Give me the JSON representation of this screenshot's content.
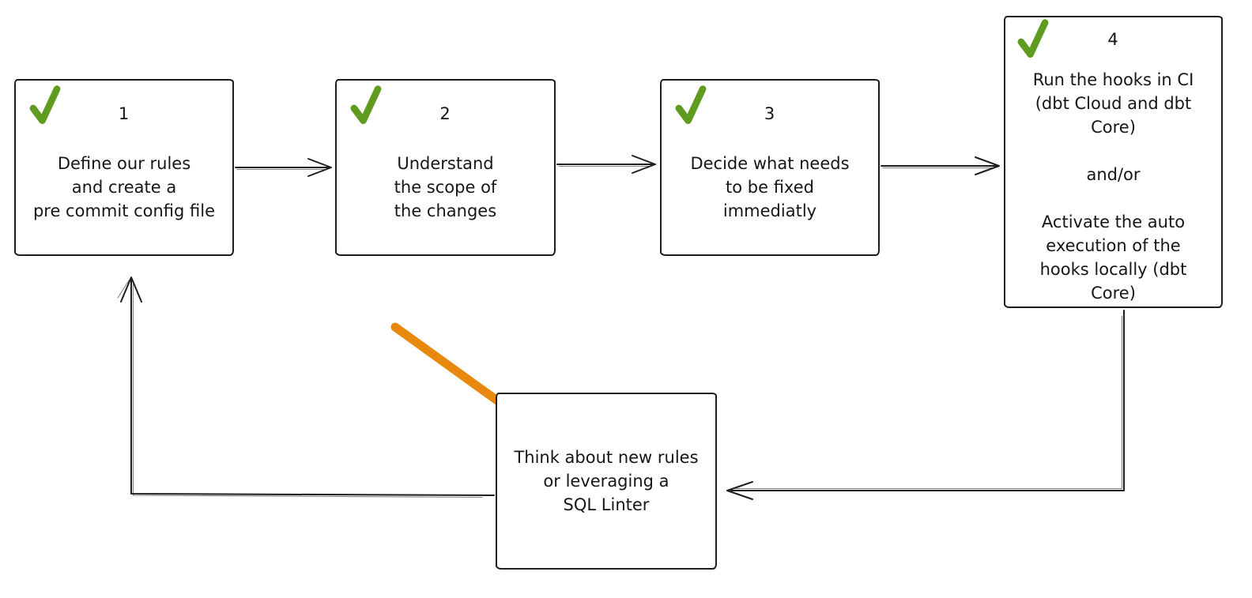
{
  "diagram": {
    "type": "flowchart",
    "colors": {
      "background": "#ffffff",
      "stroke": "#1e1e1e",
      "check_green": "#5f9b1f",
      "highlight_orange": "#e8890d"
    },
    "icons": {
      "check": "checkmark"
    }
  },
  "nodes": {
    "step1": {
      "number": "1",
      "checked": true,
      "text": "Define our rules\nand create a\npre commit config file"
    },
    "step2": {
      "number": "2",
      "checked": true,
      "text": "Understand\nthe scope of\nthe changes"
    },
    "step3": {
      "number": "3",
      "checked": true,
      "text": "Decide what needs\nto be fixed\nimmediatly"
    },
    "step4": {
      "number": "4",
      "checked": true,
      "text": "Run the hooks in CI\n(dbt Cloud and dbt\nCore)\n\nand/or\n\nActivate the auto\nexecution of the\nhooks locally (dbt\nCore)"
    },
    "loop": {
      "checked": false,
      "text": "Think about new rules\nor leveraging a\nSQL Linter"
    }
  },
  "connectors": [
    {
      "from": "step1",
      "to": "step2",
      "style": "arrow"
    },
    {
      "from": "step2",
      "to": "step3",
      "style": "arrow"
    },
    {
      "from": "step3",
      "to": "step4",
      "style": "arrow"
    },
    {
      "from": "step4",
      "to": "loop",
      "style": "elbow-arrow"
    },
    {
      "from": "loop",
      "to": "step1",
      "style": "elbow-arrow"
    },
    {
      "from": "annotation",
      "to": "loop",
      "style": "highlight-arrow"
    }
  ]
}
